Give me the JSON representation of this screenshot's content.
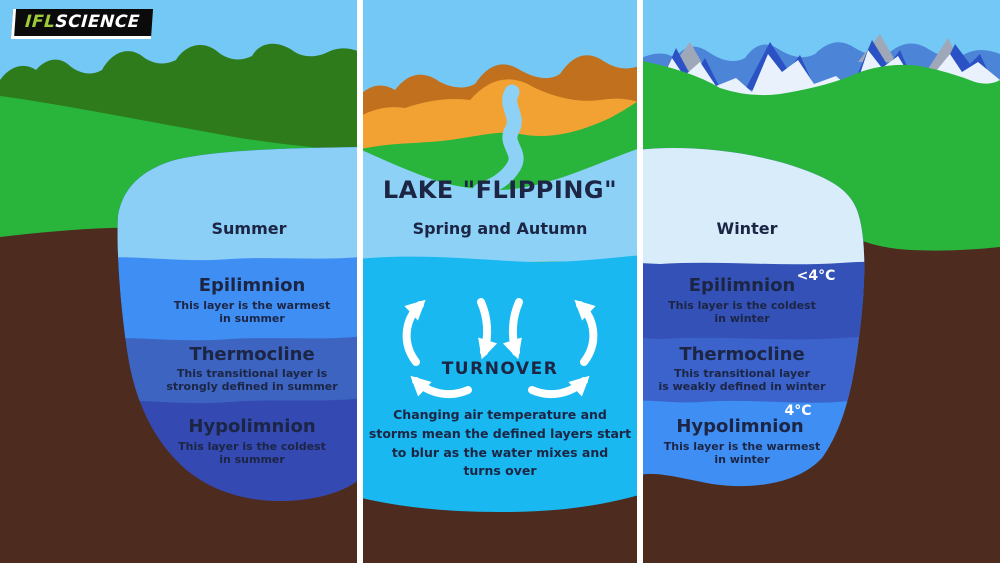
{
  "logo": {
    "prefix": "IFL",
    "suffix": "SCIENCE"
  },
  "title": "LAKE \"FLIPPING\"",
  "panels": {
    "summer": {
      "season": "Summer",
      "layers": [
        {
          "name": "Epilimnion",
          "description": "This layer is the warmest\nin summer"
        },
        {
          "name": "Thermocline",
          "description": "This transitional layer is\nstrongly defined in summer"
        },
        {
          "name": "Hypolimnion",
          "description": "This layer is the coldest\nin summer"
        }
      ]
    },
    "spring_autumn": {
      "season": "Spring and Autumn",
      "process": "TURNOVER",
      "description": "Changing air temperature and\nstorms mean the defined layers start\nto blur as the water mixes and\nturns over"
    },
    "winter": {
      "season": "Winter",
      "layers": [
        {
          "name": "Epilimnion",
          "temp": "<4°C",
          "description": "This layer is the coldest\nin winter"
        },
        {
          "name": "Thermocline",
          "temp": "",
          "description": "This transitional layer\nis weakly defined in winter"
        },
        {
          "name": "Hypolimnion",
          "temp": "4°C",
          "description": "This layer is the warmest\nin winter"
        }
      ]
    }
  },
  "colors": {
    "sky": "#74c8f5",
    "hill_dark": "#2e7b1c",
    "grass": "#29b43c",
    "earth": "#4d2b1e",
    "mountain_orange_dark": "#c1701d",
    "mountain_orange": "#f2a233",
    "mountain_blue": "#4c85d8",
    "mountain_blue_dark": "#2b52c4",
    "mountain_gray": "#9ea8b8",
    "snow": "#e9f2fc",
    "lake_surface": "#8bcff6",
    "lake_surface_mid": "#8dd1f7",
    "ice_surface": "#d8ecfa",
    "summer_epilimnion": "#3f8ef3",
    "summer_thermocline": "#3c64c0",
    "summer_hypolimnion": "#3449b1",
    "turnover_water": "#19b8f0",
    "winter_epilimnion": "#3451b7",
    "winter_thermocline": "#3b63cb",
    "winter_hypolimnion": "#3f8ef3",
    "text_navy": "#1c2544",
    "divider": "#ffffff",
    "logo_green": "#9dcb3a"
  }
}
